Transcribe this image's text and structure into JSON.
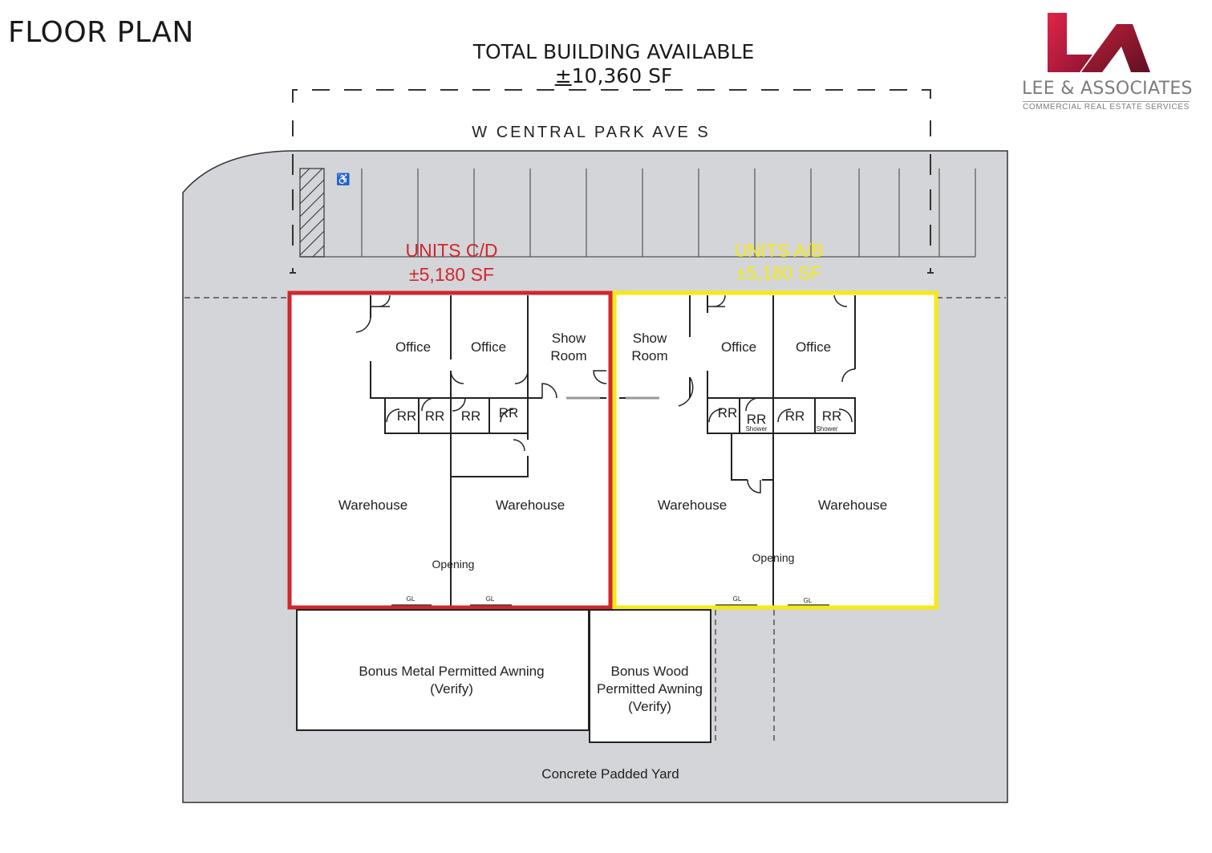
{
  "title": "FLOOR PLAN",
  "total": {
    "line1": "TOTAL BUILDING AVAILABLE",
    "pm": "±",
    "sf": "10,360 SF"
  },
  "street": "W CENTRAL PARK AVE S",
  "logo": {
    "name": "LEE & ASSOCIATES",
    "tagline": "COMMERCIAL REAL ESTATE SERVICES",
    "brand_color": "#c0203a"
  },
  "units": [
    {
      "name": "UNITS C/D",
      "size": "±5,180 SF",
      "color": "#d1262c"
    },
    {
      "name": "UNITS A/B",
      "size": "±5,180 SF",
      "color": "#f5ea14"
    }
  ],
  "rooms": {
    "office": "Office",
    "show1": "Show",
    "show2": "Room",
    "rr": "RR",
    "shower": "Shower",
    "warehouse": "Warehouse",
    "opening": "Opening",
    "gl": "GL"
  },
  "awnings": {
    "metal1": "Bonus Metal Permitted Awning",
    "metal2": "(Verify)",
    "wood1": "Bonus Wood",
    "wood2": "Permitted Awning",
    "wood3": "(Verify)"
  },
  "yard": "Concrete Padded Yard",
  "colors": {
    "lot": "#d3d5d8",
    "building": "#ffffff",
    "lines": "#222222"
  }
}
